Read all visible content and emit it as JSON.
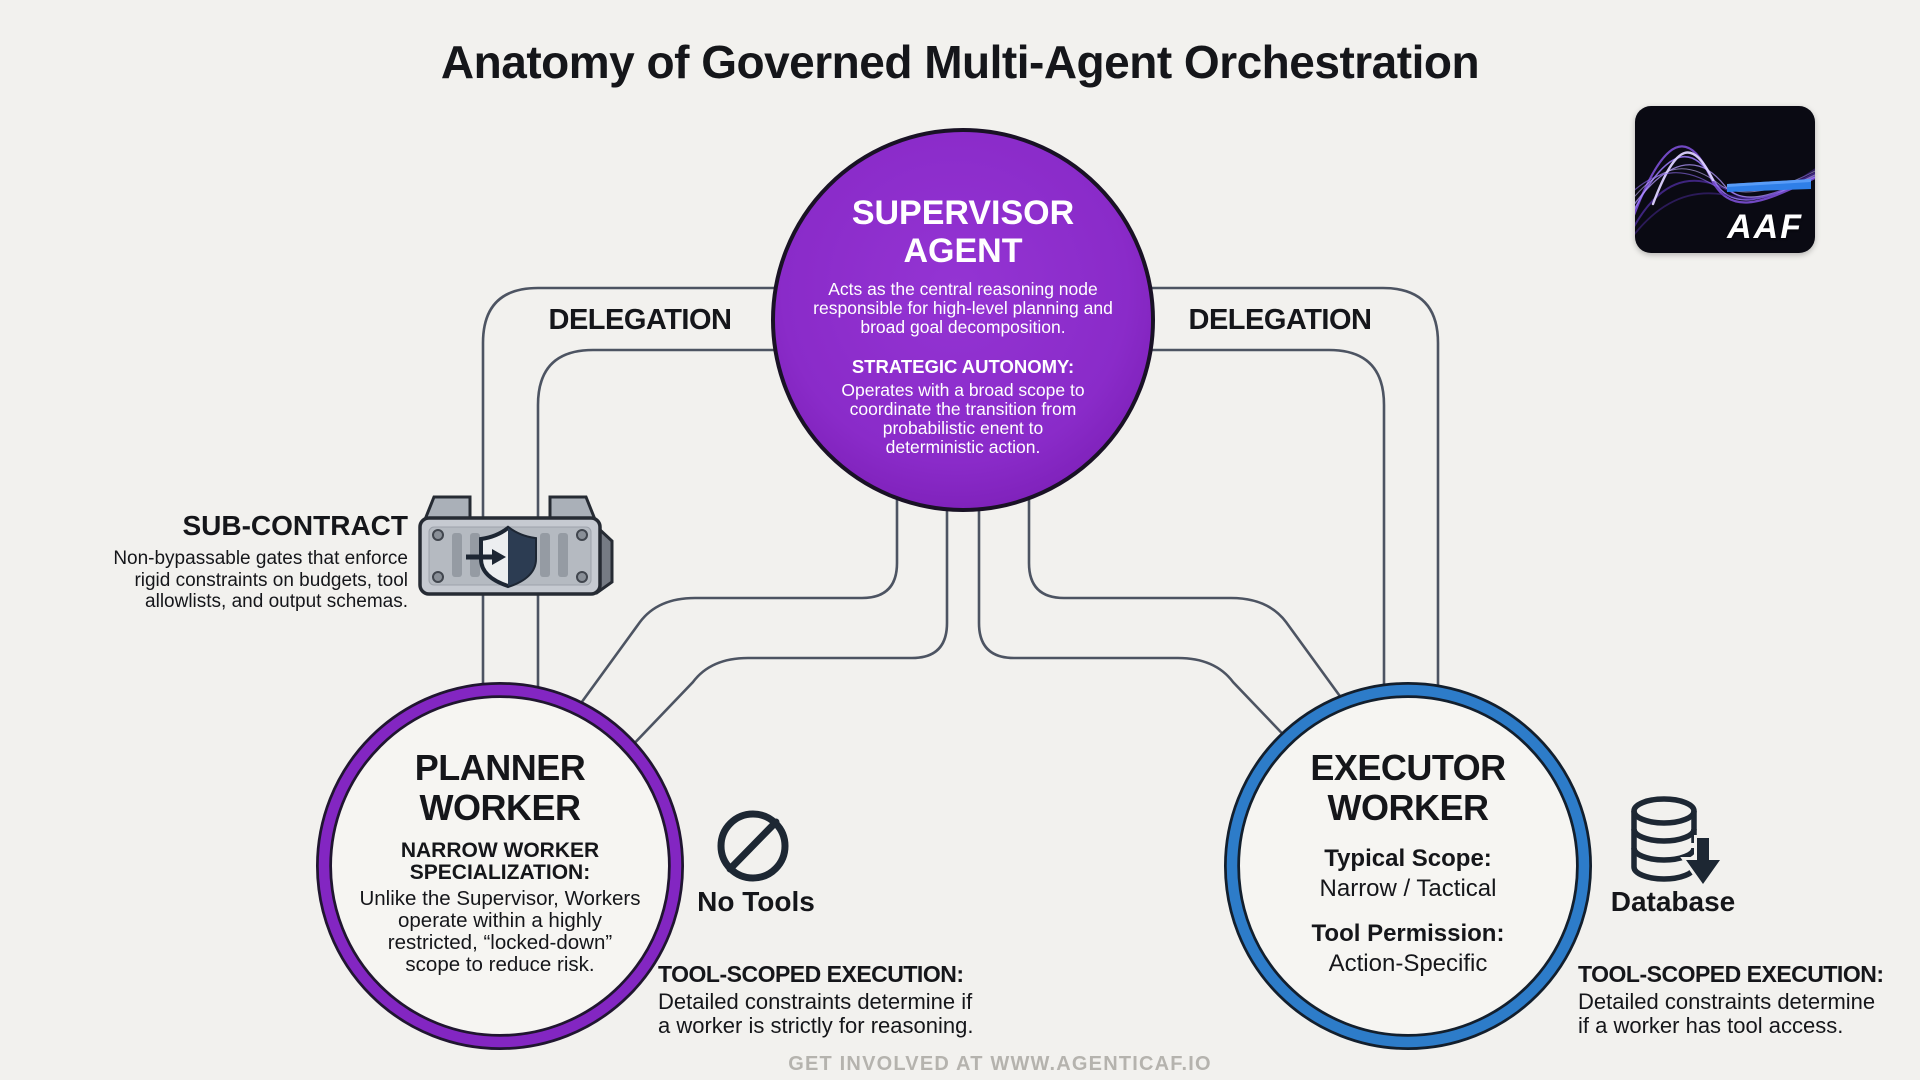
{
  "colors": {
    "background": "#f2f1ee",
    "connector_line": "#4d5462",
    "supervisor_fill": "#8a2bc9",
    "planner_ring": "#8326c2",
    "executor_ring": "#2d7cc9",
    "ink": "#15161a",
    "footer_text": "#b5b3ae",
    "logo_accent_blue": "#2f7fe8",
    "logo_wave_purple": "#9d7bff"
  },
  "title": "Anatomy of Governed Multi-Agent Orchestration",
  "logo": {
    "text": "AAF",
    "icon": "wave-logo-icon"
  },
  "delegation_left": {
    "label": "DELEGATION"
  },
  "delegation_right": {
    "label": "DELEGATION"
  },
  "supervisor": {
    "title": "SUPERVISOR\nAGENT",
    "description": "Acts as the central reasoning node\nresponsible for high-level planning and\nbroad goal decomposition.",
    "autonomy_heading": "STRATEGIC AUTONOMY:",
    "autonomy_text": "Operates with a broad scope to\ncoordinate the transition from\nprobabilistic enent to\ndeterministic action."
  },
  "sub_contract": {
    "heading": "SUB-CONTRACT",
    "description": "Non-bypassable gates that enforce\nrigid constraints on budgets, tool\nallowlists, and output schemas.",
    "icon": "shield-gate-icon"
  },
  "planner": {
    "title": "PLANNER\nWORKER",
    "spec_heading": "NARROW WORKER\nSPECIALIZATION:",
    "spec_text": "Unlike the Supervisor, Workers\noperate within a highly\nrestricted, “locked-down”\nscope to reduce risk."
  },
  "executor": {
    "title": "EXECUTOR\nWORKER",
    "scope_heading": "Typical Scope:",
    "scope_value": "Narrow / Tactical",
    "permission_heading": "Tool Permission:",
    "permission_value": "Action-Specific"
  },
  "no_tools": {
    "label": "No Tools",
    "icon": "prohibition-icon"
  },
  "database": {
    "label": "Database",
    "icon": "database-icon"
  },
  "left_note": {
    "heading": "TOOL-SCOPED EXECUTION:",
    "text": "Detailed constraints determine if\na worker is strictly for reasoning."
  },
  "right_note": {
    "heading": "TOOL-SCOPED EXECUTION:",
    "text": "Detailed constraints determine\nif a worker has tool access."
  },
  "footer": {
    "text": "GET INVOLVED AT WWW.AGENTICAF.IO"
  }
}
